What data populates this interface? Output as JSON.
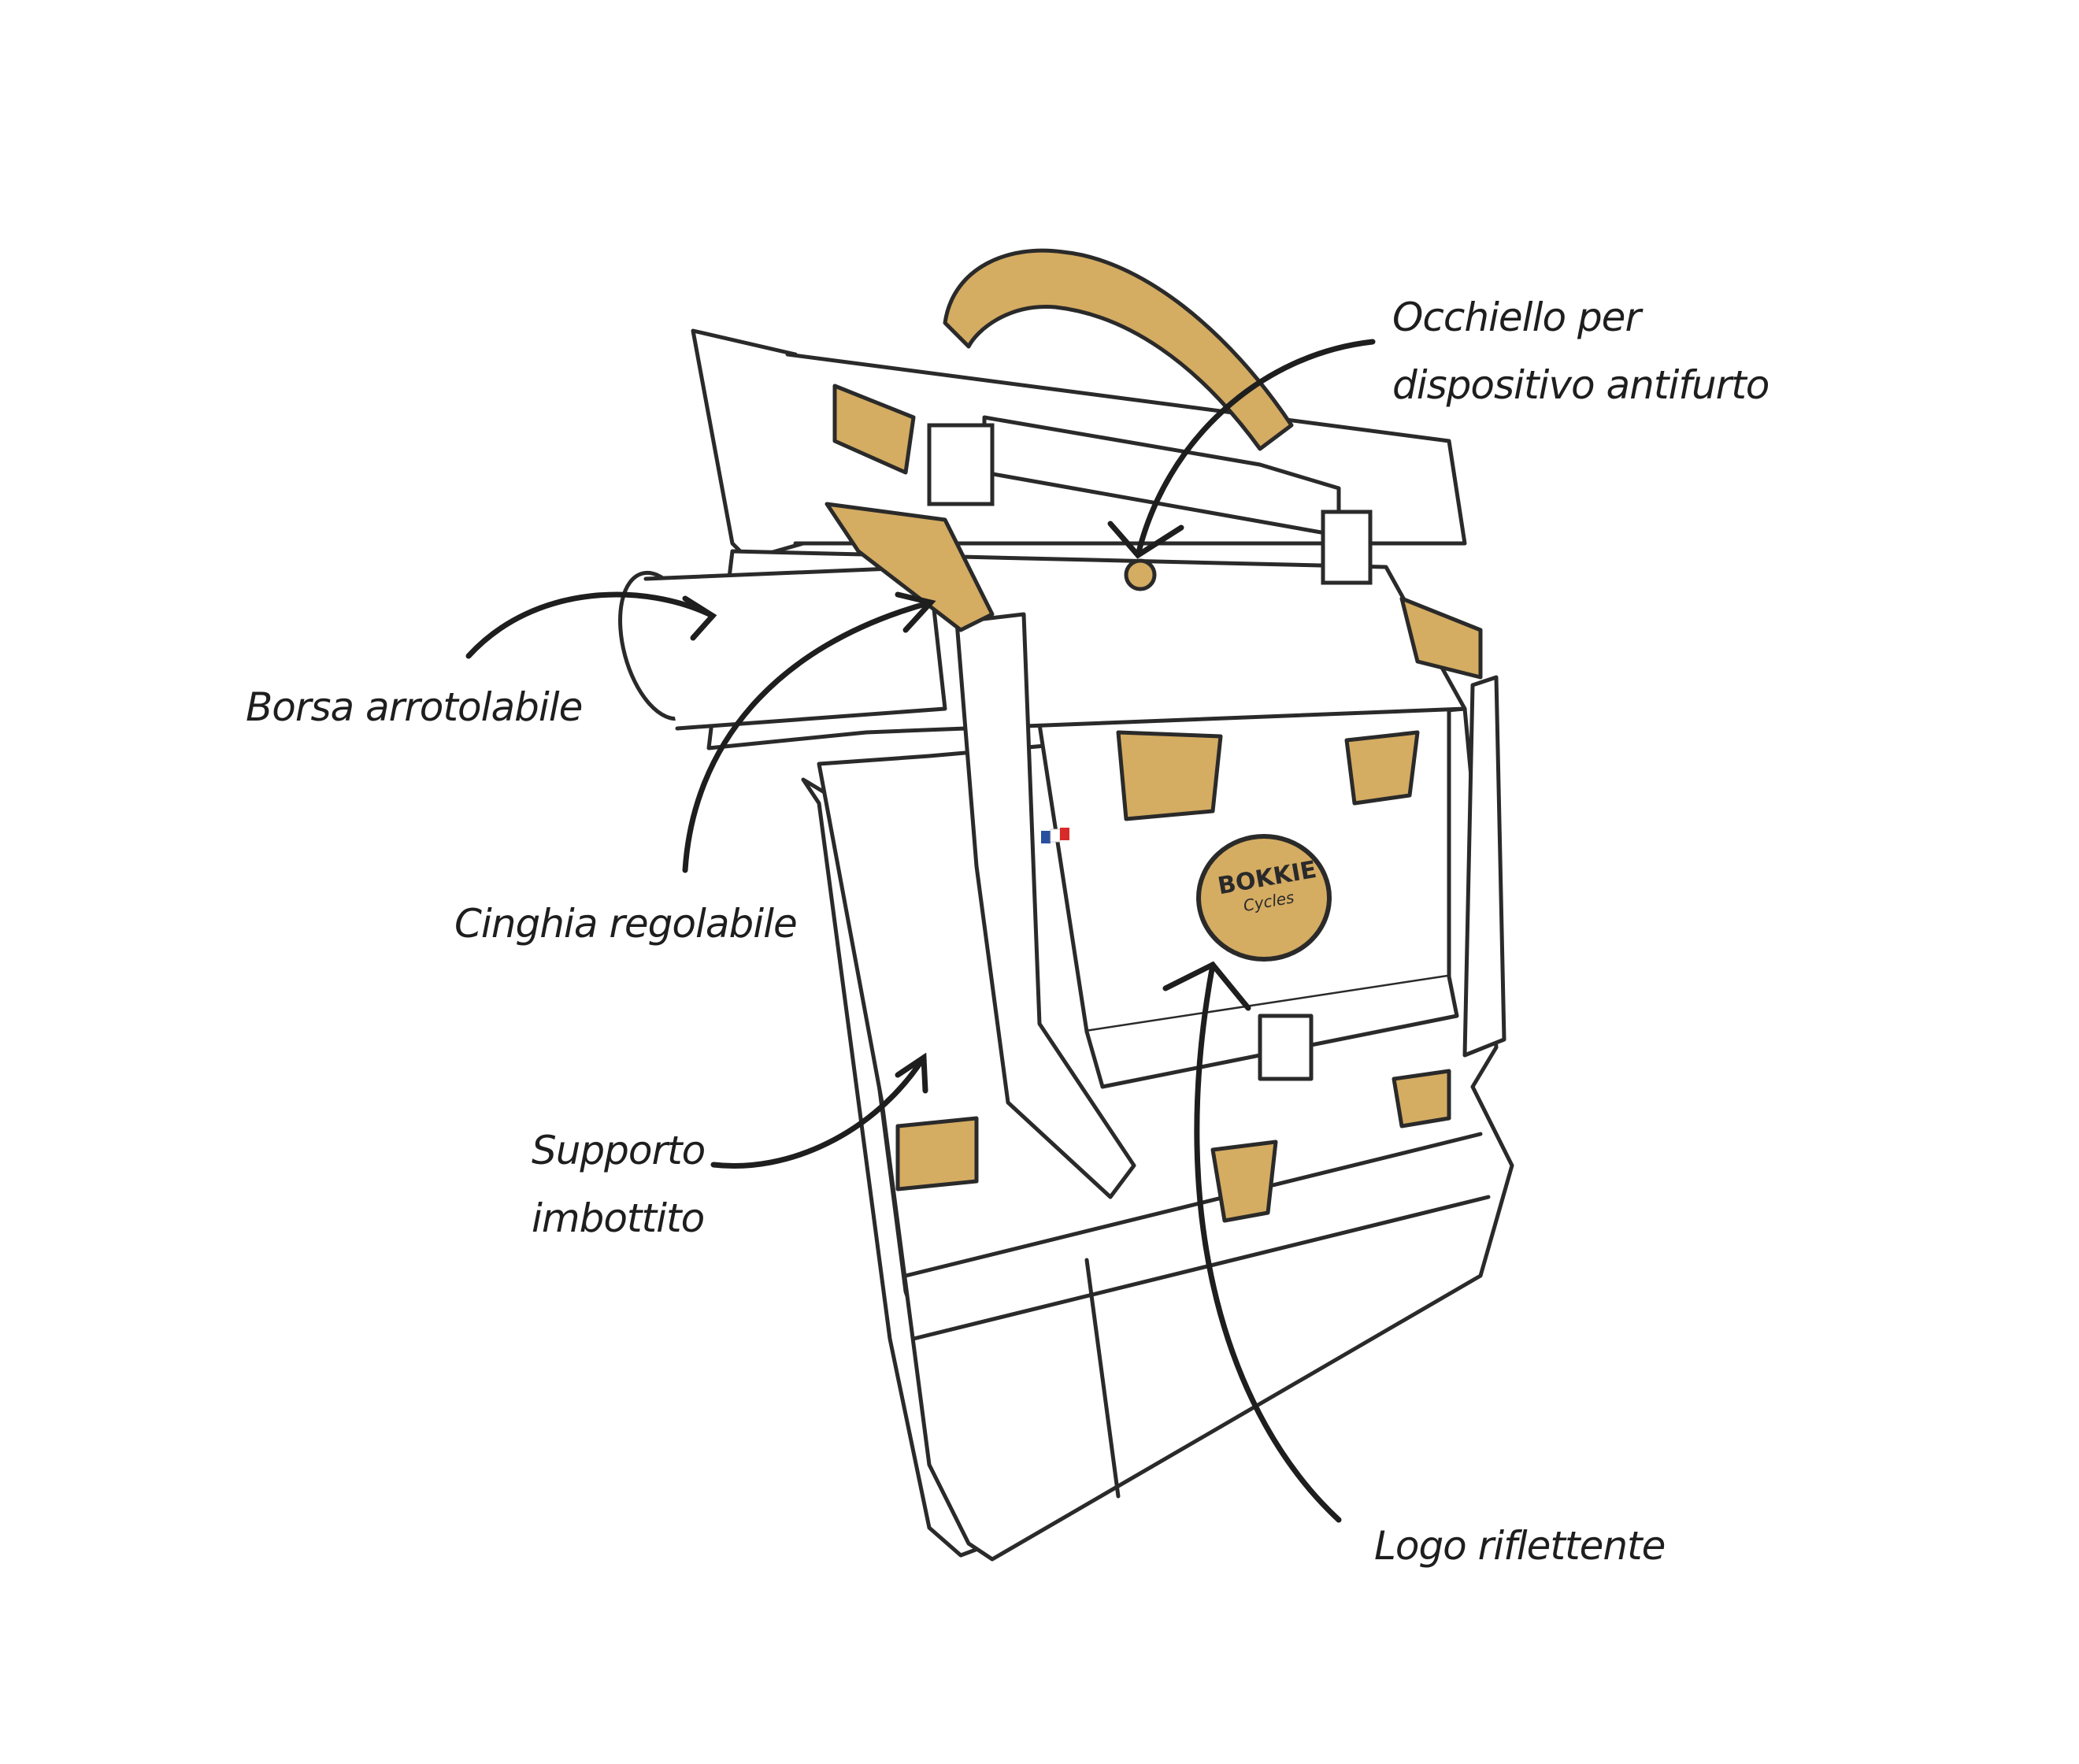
{
  "labels": {
    "antitheft_eyelet": [
      "Occhiello per",
      "dispositivo antifurto"
    ],
    "roll_bag": "Borsa arrotolabile",
    "adjustable_strap": "Cinghia regolabile",
    "padded_support": [
      "Supporto",
      "imbottito"
    ],
    "reflective_logo": "Logo riflettente"
  },
  "logo": {
    "brand": "BOKKIE",
    "sub": "Cycles"
  },
  "colors": {
    "accent": "#D4AC62",
    "ink": "#2a2a2a",
    "background": "#ffffff"
  }
}
